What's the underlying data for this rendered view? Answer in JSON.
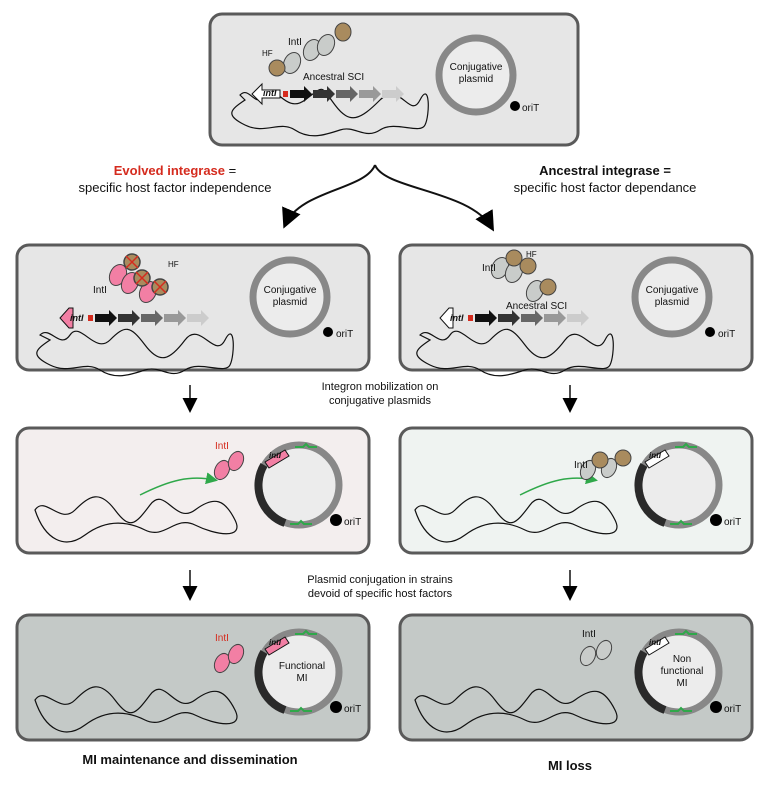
{
  "top_cell": {
    "hf": "HF",
    "intl": "IntI",
    "sci": "Ancestral SCI",
    "gene": "intI",
    "plasmid_line1": "Conjugative",
    "plasmid_line2": "plasmid",
    "orit": "oriT"
  },
  "branch_left": {
    "title_red": "Evolved integrase",
    "title_eq": " =",
    "subtitle": "specific host factor independence"
  },
  "branch_right": {
    "title": "Ancestral integrase =",
    "subtitle": "specific host factor dependance"
  },
  "row2_left": {
    "intl": "IntI",
    "hf": "HF",
    "gene": "intI",
    "plasmid_line1": "Conjugative",
    "plasmid_line2": "plasmid",
    "orit": "oriT"
  },
  "row2_right": {
    "intl": "IntI",
    "hf": "HF",
    "sci": "Ancestral SCI",
    "gene": "intI",
    "plasmid_line1": "Conjugative",
    "plasmid_line2": "plasmid",
    "orit": "oriT"
  },
  "step1": {
    "line1": "Integron mobilization on",
    "line2": "conjugative plasmids"
  },
  "row3_left": {
    "intl": "IntI",
    "gene": "intI",
    "orit": "oriT"
  },
  "row3_right": {
    "intl": "IntI",
    "gene": "intI",
    "orit": "oriT"
  },
  "step2": {
    "line1": "Plasmid conjugation in strains",
    "line2": "devoid of specific host factors"
  },
  "row4_left": {
    "intl": "IntI",
    "gene": "intI",
    "mi_line1": "Functional",
    "mi_line2": "MI",
    "orit": "oriT"
  },
  "row4_right": {
    "intl": "IntI",
    "gene": "intI",
    "mi_line1": "Non",
    "mi_line2": "functional",
    "mi_line3": "MI",
    "orit": "oriT"
  },
  "outcome_left": "MI maintenance and dissemination",
  "outcome_right": "MI loss",
  "colors": {
    "cell_light": "#e6e6e6",
    "cell_very_light_pink": "#f3eeee",
    "cell_very_light_green": "#eff3f1",
    "cell_dark": "#c4c9c7",
    "cell_border": "#5a5a5a",
    "plasmid": "#8a8a8a",
    "integrase_evolved": "#f27fa4",
    "integrase_ancestral": "#c9ccca",
    "host_factor": "#a98b5e",
    "cassette_arrow": "#2fa84a",
    "attc_red": "#d52b1e",
    "label_red": "#d52b1e"
  }
}
